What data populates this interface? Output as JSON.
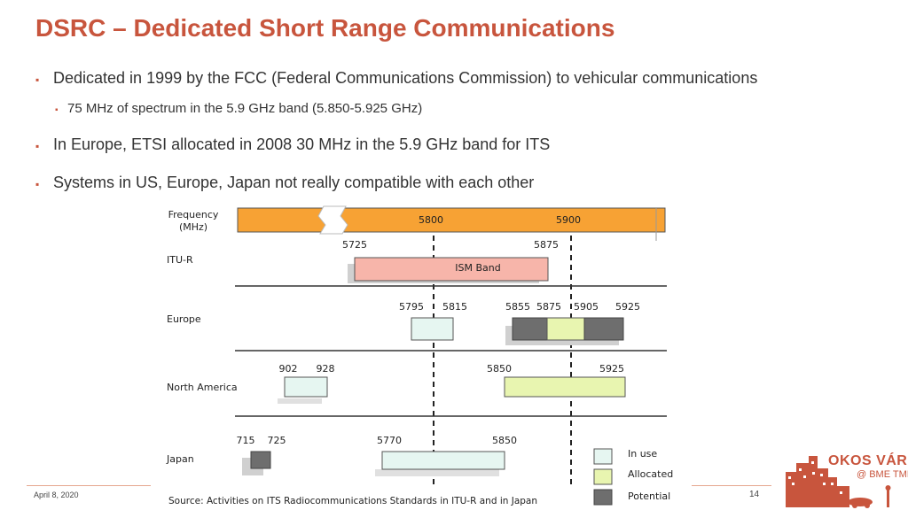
{
  "title": "DSRC – Dedicated Short Range Communications",
  "bullets": [
    {
      "text": "Dedicated in 1999 by the FCC (Federal Communications Commission) to vehicular communications"
    },
    {
      "text": "75 MHz of spectrum in the 5.9 GHz band (5.850-5.925 GHz)"
    },
    {
      "text": "In Europe, ETSI allocated in 2008 30 MHz in the 5.9 GHz band for ITS"
    },
    {
      "text": "Systems in US, Europe, Japan not really compatible with each other"
    }
  ],
  "bullet_marker": "▪",
  "diagram": {
    "frequency_label": "Frequency",
    "frequency_unit": "(MHz)",
    "axis_ticks": [
      "5800",
      "5900"
    ],
    "rows": {
      "itu": "ITU-R",
      "europe": "Europe",
      "north_america": "North America",
      "japan": "Japan"
    },
    "itu_labels": [
      "5725",
      "5875"
    ],
    "ism_band_label": "ISM Band",
    "europe_labels": [
      "5795",
      "5815",
      "5855",
      "5875",
      "5905",
      "5925"
    ],
    "na_labels": [
      "902",
      "928",
      "5850",
      "5925"
    ],
    "japan_labels": [
      "715",
      "725",
      "5770",
      "5850"
    ],
    "legend": [
      "In use",
      "Allocated",
      "Potential"
    ],
    "source": "Source: Activities on ITS Radiocommunications Standards in ITU-R and in Japan",
    "colors": {
      "freq_bar": "#f7a234",
      "ism": "#f7b5aa",
      "in_use": "#e6f6f1",
      "allocated": "#e8f5b0",
      "potential": "#6e6e6e"
    }
  },
  "footer": {
    "date": "April 8, 2020",
    "page": "14"
  },
  "logo": {
    "line1": "OKOS VÁROS",
    "line2": "@ BME TMIT"
  }
}
